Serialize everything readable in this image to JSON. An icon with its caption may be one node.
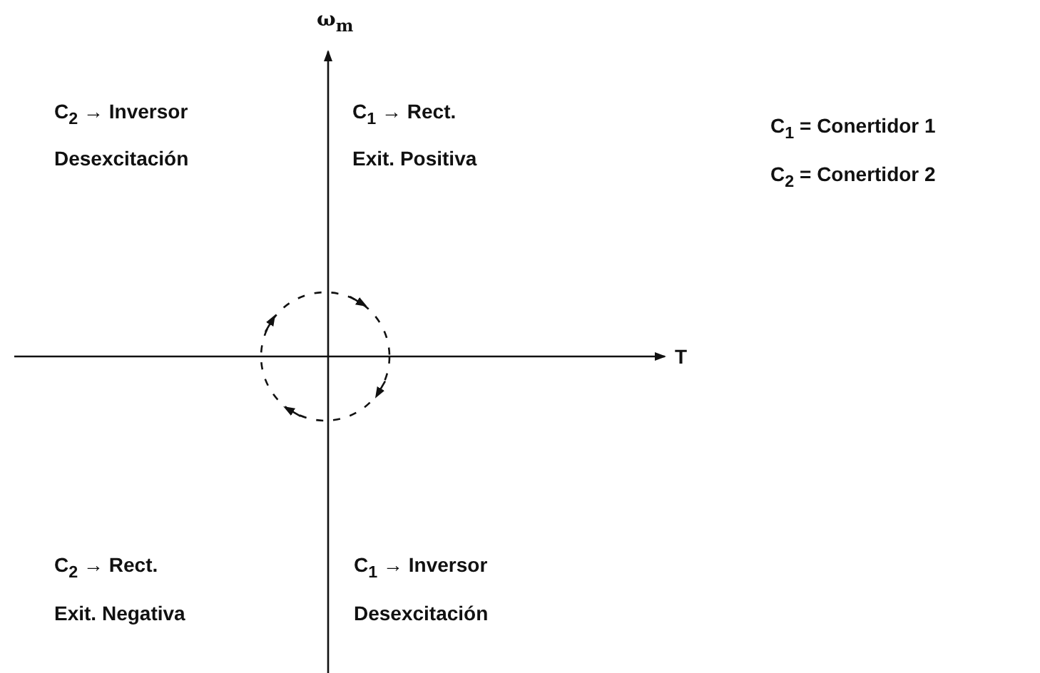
{
  "diagram": {
    "labels": [
      "ω$_{m}$",
      "C$_{2}$ → Inversor",
      "C$_{1}$ → Rect.",
      "Desexcitación",
      "Exit. Positiva",
      "C$_{1}$ = Conertidor 1",
      "C$_{2}$ = Conertidor 2",
      "T",
      "C$_{2}$ → Rect.",
      "C$_{1}$ → Inversor",
      "Exit. Negativa",
      "Desexcitación"
    ]
  }
}
